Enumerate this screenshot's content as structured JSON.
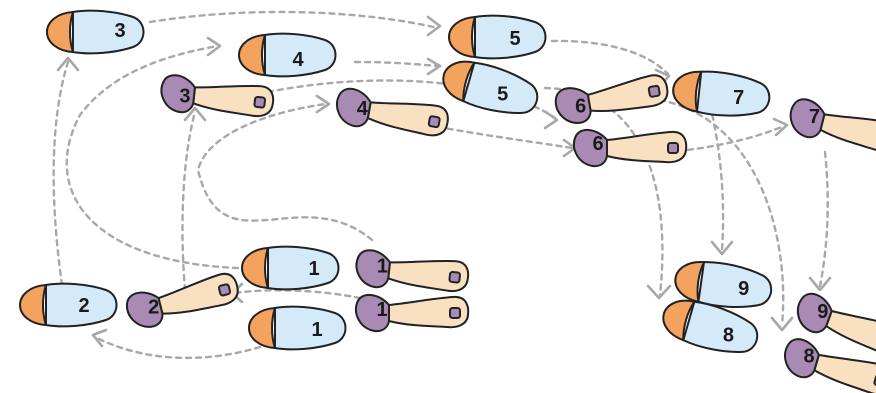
{
  "colors": {
    "leader_heel": "#f4a35e",
    "leader_sole": "#d4eaf9",
    "follower_heel": "#a98ab5",
    "follower_sole": "#f9e0c1",
    "follower_toe": "#a98ab5",
    "path": "#a8a8a8",
    "outline": "#222222"
  },
  "steps": {
    "leader": [
      "1",
      "1",
      "2",
      "3",
      "4",
      "5",
      "5",
      "7",
      "9",
      "8"
    ],
    "follower": [
      "1",
      "1",
      "2",
      "3",
      "4",
      "6",
      "6",
      "7",
      "9",
      "8"
    ]
  }
}
